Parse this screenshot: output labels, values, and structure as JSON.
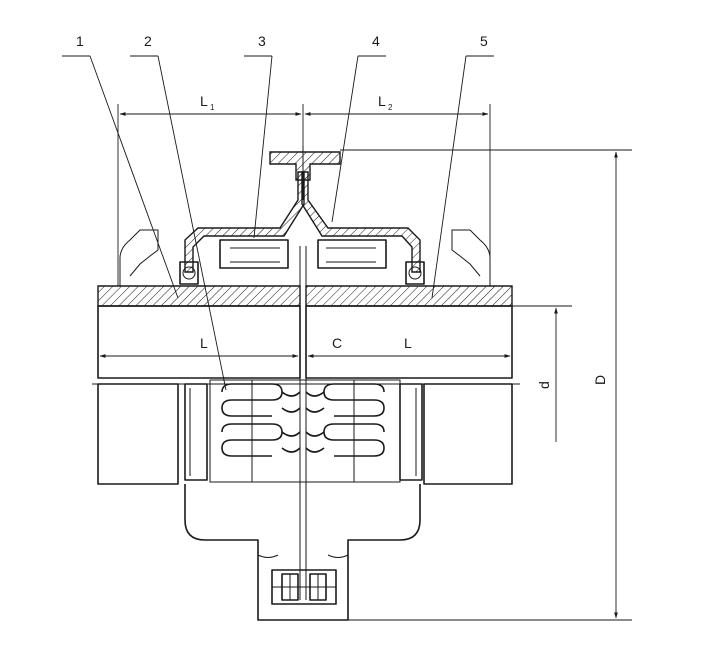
{
  "callouts": [
    "1",
    "2",
    "3",
    "4",
    "5"
  ],
  "dimensions": {
    "L1_base": "L",
    "L1_sub": "1",
    "L2_base": "L",
    "L2_sub": "2",
    "L_left": "L",
    "C": "C",
    "L_right": "L",
    "d": "d",
    "D": "D"
  },
  "colors": {
    "line": "#1a1a1a",
    "background": "#ffffff"
  }
}
